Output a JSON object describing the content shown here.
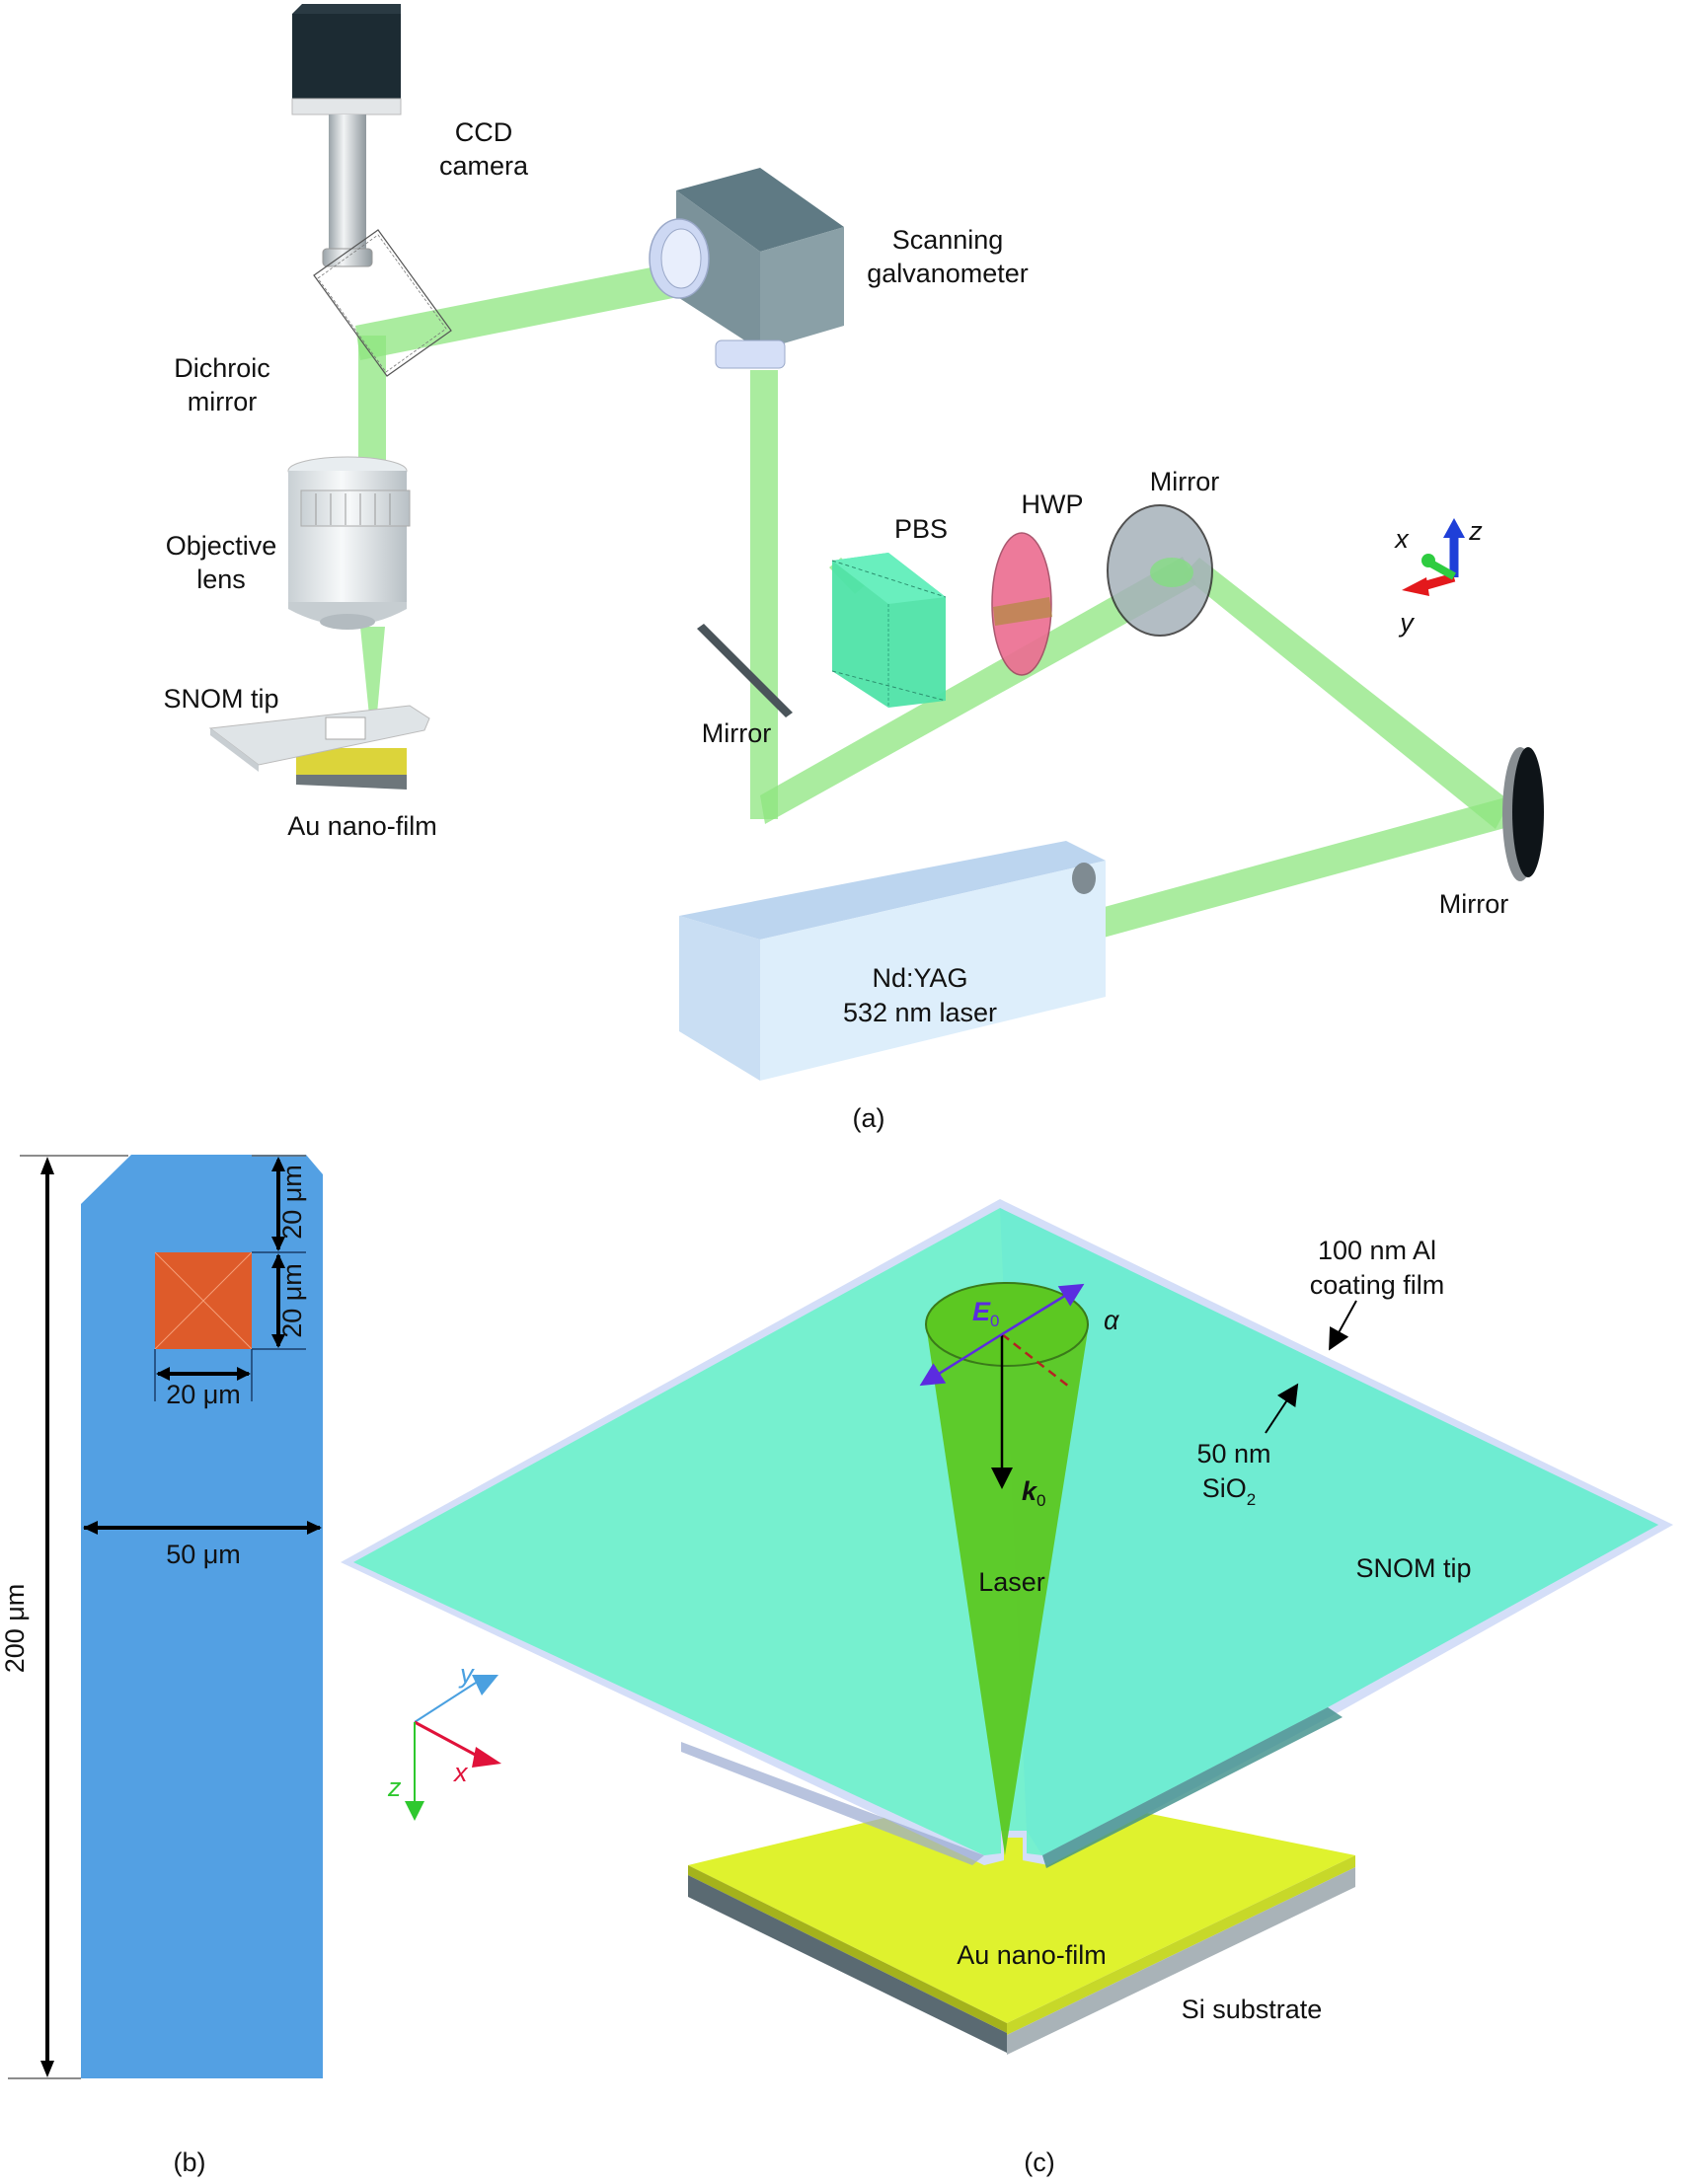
{
  "panel_a": {
    "caption": "(a)",
    "labels": {
      "ccd_line1": "CCD",
      "ccd_line2": "camera",
      "galvo_line1": "Scanning",
      "galvo_line2": "galvanometer",
      "dichroic_line1": "Dichroic",
      "dichroic_line2": "mirror",
      "objective_line1": "Objective",
      "objective_line2": "lens",
      "snom_tip": "SNOM tip",
      "au_film": "Au nano-film",
      "pbs": "PBS",
      "hwp": "HWP",
      "mirror_top": "Mirror",
      "mirror_left": "Mirror",
      "mirror_right": "Mirror",
      "laser_line1": "Nd:YAG",
      "laser_line2": "532 nm laser"
    },
    "axes": {
      "x": "x",
      "y": "y",
      "z": "z"
    },
    "colors": {
      "beam": "#8ee57f",
      "pbs": "#4fe3a8",
      "hwp": "#ec6f92",
      "axis_x": "#2ecc40",
      "axis_y": "#e3191c",
      "axis_z": "#1f3fd8"
    }
  },
  "panel_b": {
    "caption": "(b)",
    "dims": {
      "total_length": "200 μm",
      "width": "50 μm",
      "aperture_width": "20 μm",
      "aperture_height": "20 μm",
      "aperture_offset": "20 μm"
    },
    "colors": {
      "tip": "#53a0e3",
      "aperture": "#de5b2a"
    }
  },
  "panel_c": {
    "caption": "(c)",
    "labels": {
      "al_coating_line1": "100 nm Al",
      "al_coating_line2": "coating film",
      "sio2_line1": "50 nm",
      "sio2_line2_main": "SiO",
      "sio2_line2_sub": "2",
      "snom_tip": "SNOM tip",
      "laser": "Laser",
      "au_film": "Au nano-film",
      "si_substrate": "Si substrate",
      "e0_main": "E",
      "e0_sub": "0",
      "k0_main": "k",
      "k0_sub": "0",
      "alpha": "α"
    },
    "axes": {
      "x": "x",
      "y": "y",
      "z": "z"
    },
    "colors": {
      "tip_plate": "#76f0cf",
      "laser_cone": "#5cc822",
      "au_film": "#dff22e",
      "substrate": "#5a6a72",
      "e_field": "#5b2ce0",
      "axis_x": "#e0123a",
      "axis_y": "#4aa0e0",
      "axis_z": "#2ec82e"
    }
  }
}
